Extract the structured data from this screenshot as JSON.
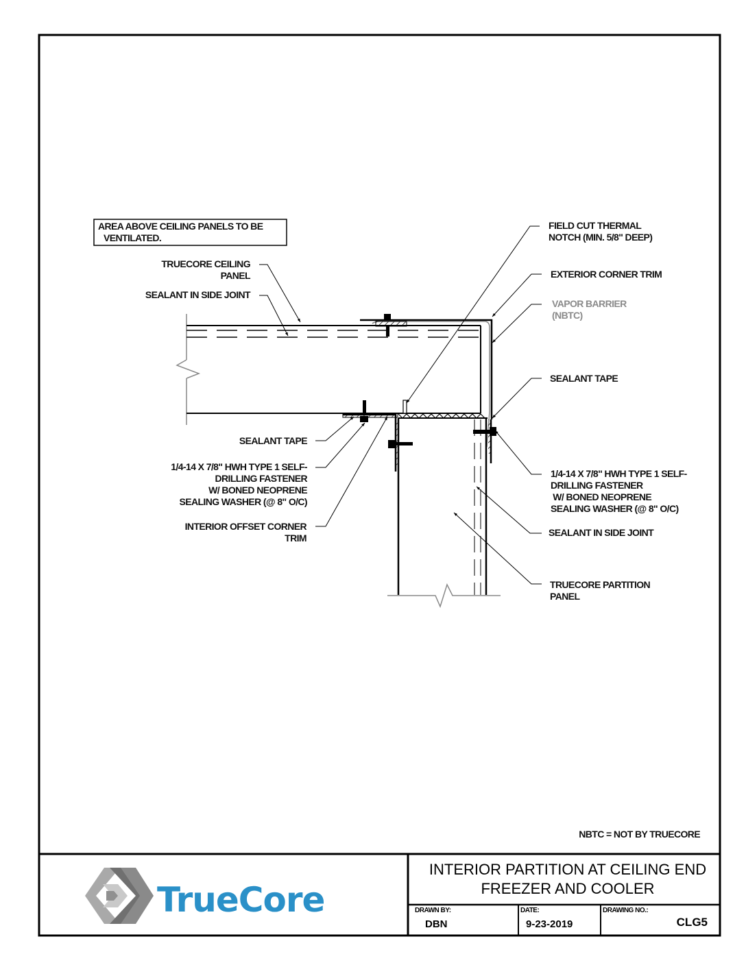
{
  "notes": {
    "ventilation_box": [
      "AREA ABOVE CEILING PANELS TO BE",
      "VENTILATED."
    ],
    "nbtc_note": "NBTC = NOT BY TRUECORE"
  },
  "callouts": {
    "ceiling_panel": [
      "TRUECORE CEILING",
      "PANEL"
    ],
    "sealant_side_joint_top": "SEALANT IN SIDE JOINT",
    "thermal_notch": [
      "FIELD CUT THERMAL",
      "NOTCH (MIN. 5/8\" DEEP)"
    ],
    "exterior_corner_trim": "EXTERIOR CORNER TRIM",
    "vapor_barrier": [
      "VAPOR BARRIER",
      "(NBTC)"
    ],
    "sealant_tape_right": "SEALANT TAPE",
    "fastener_right": [
      "1/4-14 X 7/8\" HWH TYPE 1 SELF-",
      "DRILLING FASTENER",
      " W/ BONED NEOPRENE",
      "SEALING WASHER (@ 8\" O/C)"
    ],
    "sealant_side_joint_right": "SEALANT IN SIDE JOINT",
    "partition_panel": [
      "TRUECORE PARTITION",
      "PANEL"
    ],
    "sealant_tape_left": "SEALANT TAPE",
    "fastener_left": [
      "1/4-14 X 7/8\" HWH TYPE 1 SELF-",
      "DRILLING FASTENER",
      "W/ BONED NEOPRENE",
      "SEALING WASHER (@ 8\" O/C)"
    ],
    "interior_offset_trim": [
      "INTERIOR OFFSET CORNER",
      "TRIM"
    ]
  },
  "title_block": {
    "logo_text": "TrueCore",
    "title_line1": "INTERIOR PARTITION AT CEILING END",
    "title_line2": "FREEZER AND COOLER",
    "drawn_by_label": "DRAWN BY:",
    "drawn_by": "DBN",
    "date_label": "DATE:",
    "date": "9-23-2019",
    "drawing_no_label": "DRAWING NO.:",
    "drawing_no": "CLG5"
  },
  "colors": {
    "brand_blue": "#2a90c8",
    "vapor_barrier_gray": "#8a8a8a"
  }
}
